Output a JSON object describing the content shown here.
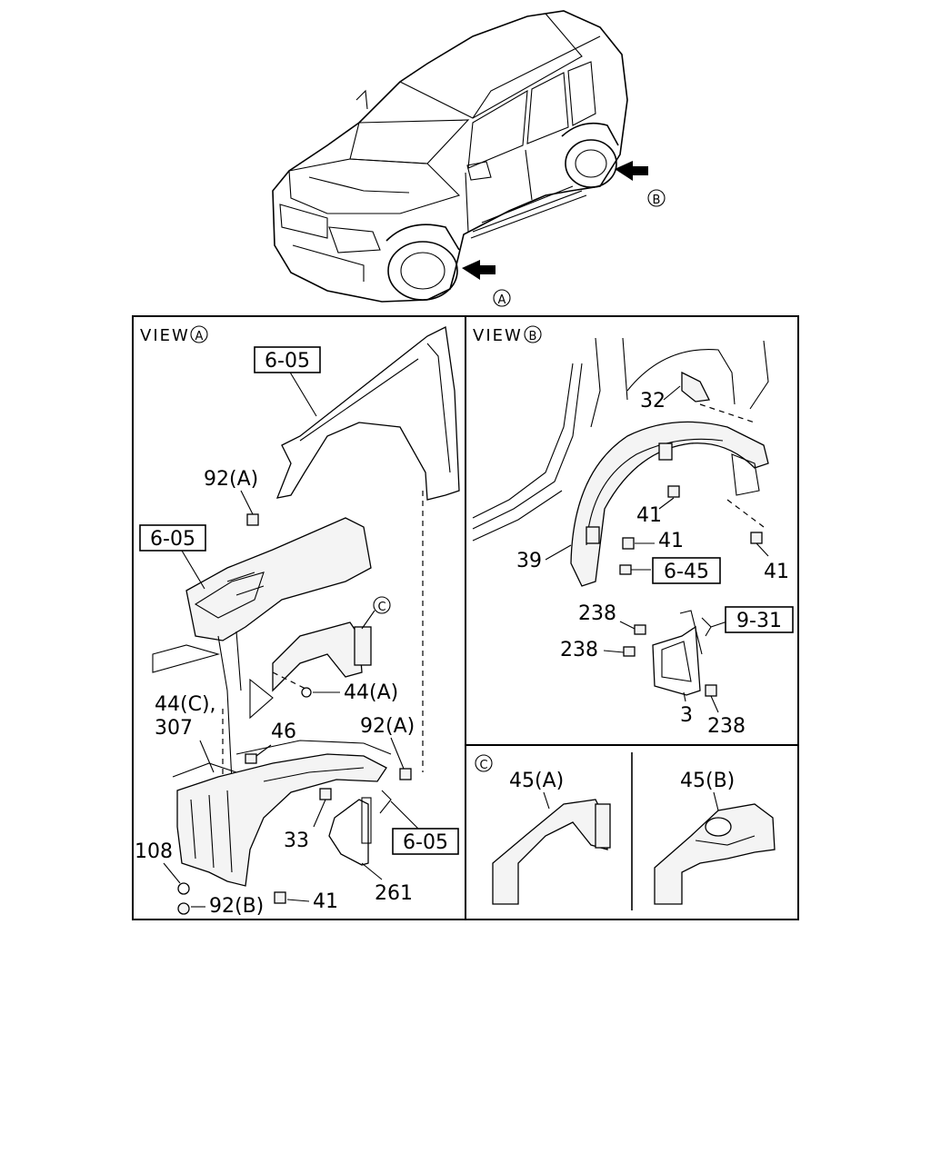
{
  "markers": {
    "a": "A",
    "b": "B",
    "c": "C"
  },
  "views": {
    "view_a": "VIEW",
    "view_b": "VIEW"
  },
  "callouts_a": {
    "ref_605_top": "6-05",
    "ref_605_mid": "6-05",
    "ref_605_bot": "6-05",
    "c92a_top": "92(A)",
    "c44a": "44(A)",
    "c44c": "44(C),",
    "c307": "307",
    "c46": "46",
    "c92a_mid": "92(A)",
    "c33": "33",
    "c108": "108",
    "c92b": "92(B)",
    "c41": "41",
    "c261": "261"
  },
  "callouts_b": {
    "c32": "32",
    "c41_a": "41",
    "c41_b": "41",
    "c41_c": "41",
    "c39": "39",
    "ref_645": "6-45",
    "c238_a": "238",
    "c238_b": "238",
    "c238_c": "238",
    "ref_931": "9-31",
    "c3": "3"
  },
  "callouts_c": {
    "c45a": "45(A)",
    "c45b": "45(B)"
  }
}
